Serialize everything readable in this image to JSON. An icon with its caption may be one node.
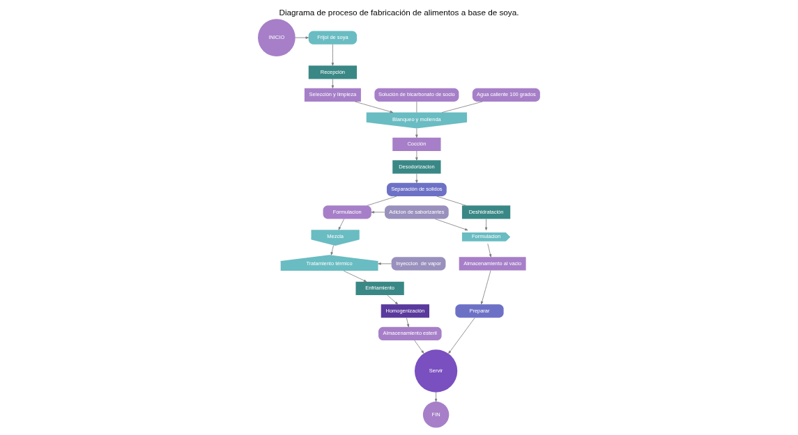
{
  "diagram": {
    "title": "Diagrama de proceso de fabricación de alimentos a base de soya.",
    "nodes": [
      {
        "text": [
          "INICIO"
        ]
      },
      {
        "text": [
          "Frijol de soya"
        ]
      },
      {
        "text": [
          "Recepción"
        ]
      },
      {
        "text": [
          "Selección y limpieza"
        ]
      },
      {
        "text": [
          "Solución de bicarbonato de socio"
        ]
      },
      {
        "text": [
          "Agua caliente 100 grados"
        ]
      },
      {
        "text": [
          "Blanqueo y molienda"
        ]
      },
      {
        "text": [
          "Cocción"
        ]
      },
      {
        "text": [
          "Desodorizacion"
        ]
      },
      {
        "text": [
          "Separación de solidos"
        ]
      },
      {
        "text": [
          "Formulacion"
        ]
      },
      {
        "text": [
          "Adicion de saborizantes"
        ]
      },
      {
        "text": [
          "Mezcla"
        ]
      },
      {
        "text": [
          "Tratamiento térmico"
        ]
      },
      {
        "text": [
          "Inyeccion  de vapor"
        ]
      },
      {
        "text": [
          "Enfriamiento"
        ]
      },
      {
        "text": [
          "Homogenización"
        ]
      },
      {
        "text": [
          "Almacenamiento esteril"
        ]
      },
      {
        "text": [
          "Servir"
        ]
      },
      {
        "text": [
          "FIN"
        ]
      },
      {
        "text": [
          "Deshidratación"
        ]
      },
      {
        "text": [
          "Formulacion"
        ]
      },
      {
        "text": [
          "Almacenamiento al vacio"
        ]
      },
      {
        "text": [
          "Preparar"
        ]
      }
    ],
    "edges": [
      {
        "from": 0,
        "to": 1,
        "arrow": "to"
      },
      {
        "from": 1,
        "to": 2,
        "arrow": "to"
      },
      {
        "from": 2,
        "to": 3,
        "arrow": "to"
      },
      {
        "from": 3,
        "to": 6,
        "arrow": "to"
      },
      {
        "from": 4,
        "to": 6,
        "arrow": "none"
      },
      {
        "from": 5,
        "to": 6,
        "arrow": "none"
      },
      {
        "from": 6,
        "to": 7,
        "arrow": "to"
      },
      {
        "from": 7,
        "to": 8,
        "arrow": "to"
      },
      {
        "from": 8,
        "to": 9,
        "arrow": "to"
      },
      {
        "from": 9,
        "to": 10,
        "arrow": "none"
      },
      {
        "from": 9,
        "to": 20,
        "arrow": "none"
      },
      {
        "from": 11,
        "to": 10,
        "arrow": "to"
      },
      {
        "from": 10,
        "to": 12,
        "arrow": "to"
      },
      {
        "from": 12,
        "to": 13,
        "arrow": "to"
      },
      {
        "from": 14,
        "to": 13,
        "arrow": "to"
      },
      {
        "from": 13,
        "to": 15,
        "arrow": "to"
      },
      {
        "from": 15,
        "to": 16,
        "arrow": "to"
      },
      {
        "from": 16,
        "to": 17,
        "arrow": "to"
      },
      {
        "from": 17,
        "to": 18,
        "arrow": "to"
      },
      {
        "from": 18,
        "to": 19,
        "arrow": "to"
      },
      {
        "from": 20,
        "to": 21,
        "arrow": "to"
      },
      {
        "from": 11,
        "to": 21,
        "arrow": "to"
      },
      {
        "from": 21,
        "to": 22,
        "arrow": "to"
      },
      {
        "from": 22,
        "to": 23,
        "arrow": "to"
      },
      {
        "from": 23,
        "to": 18,
        "arrow": "to"
      }
    ]
  }
}
